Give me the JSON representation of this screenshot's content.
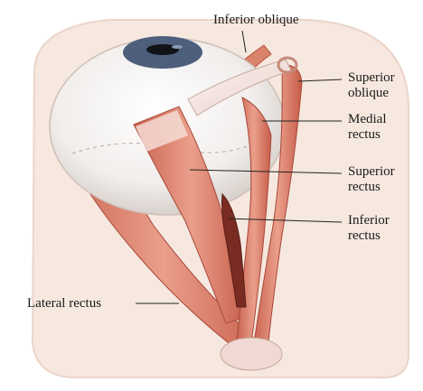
{
  "labels": {
    "inferior_oblique": "Inferior oblique",
    "superior_oblique_l1": "Superior",
    "superior_oblique_l2": "oblique",
    "medial_rectus_l1": "Medial",
    "medial_rectus_l2": "rectus",
    "superior_rectus_l1": "Superior",
    "superior_rectus_l2": "rectus",
    "inferior_rectus_l1": "Inferior",
    "inferior_rectus_l2": "rectus",
    "lateral_rectus": "Lateral rectus"
  },
  "colors": {
    "background_panel": "#f6e8df",
    "eyeball": "#f3f1ef",
    "muscle": "#de8b76",
    "muscle_dark": "#b9503f",
    "tendon": "#f7ecea",
    "iris": "#4e5f7c",
    "pupil": "#101318"
  }
}
